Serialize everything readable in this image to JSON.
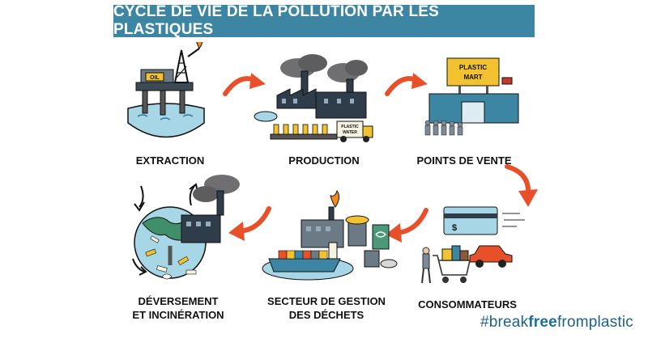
{
  "title": "CYCLE DE VIE DE LA POLLUTION PAR LES PLASTIQUES",
  "stages": {
    "extraction": {
      "label": "EXTRACTION",
      "sign": "OIL"
    },
    "production": {
      "label": "PRODUCTION",
      "truck_text_1": "PLASTIC",
      "truck_text_2": "WATER"
    },
    "points_de_vente": {
      "label": "POINTS DE VENTE",
      "store_sign_1": "PLASTIC",
      "store_sign_2": "MART"
    },
    "consommateurs": {
      "label": "CONSOMMATEURS",
      "card_symbol": "$"
    },
    "dechets": {
      "label_line1": "SECTEUR DE GESTION",
      "label_line2": "DES DÉCHETS"
    },
    "deversement": {
      "label_line1": "DÉVERSEMENT",
      "label_line2": "ET INCINÉRATION"
    }
  },
  "hashtag": {
    "prefix": "#break",
    "bold": "free",
    "suffix": "fromplastic"
  },
  "colors": {
    "banner": "#3d86a3",
    "arrow": "#e8502a",
    "water": "#a7d7e6",
    "factory": "#2f3d4a",
    "smoke": "#6f6f72"
  }
}
